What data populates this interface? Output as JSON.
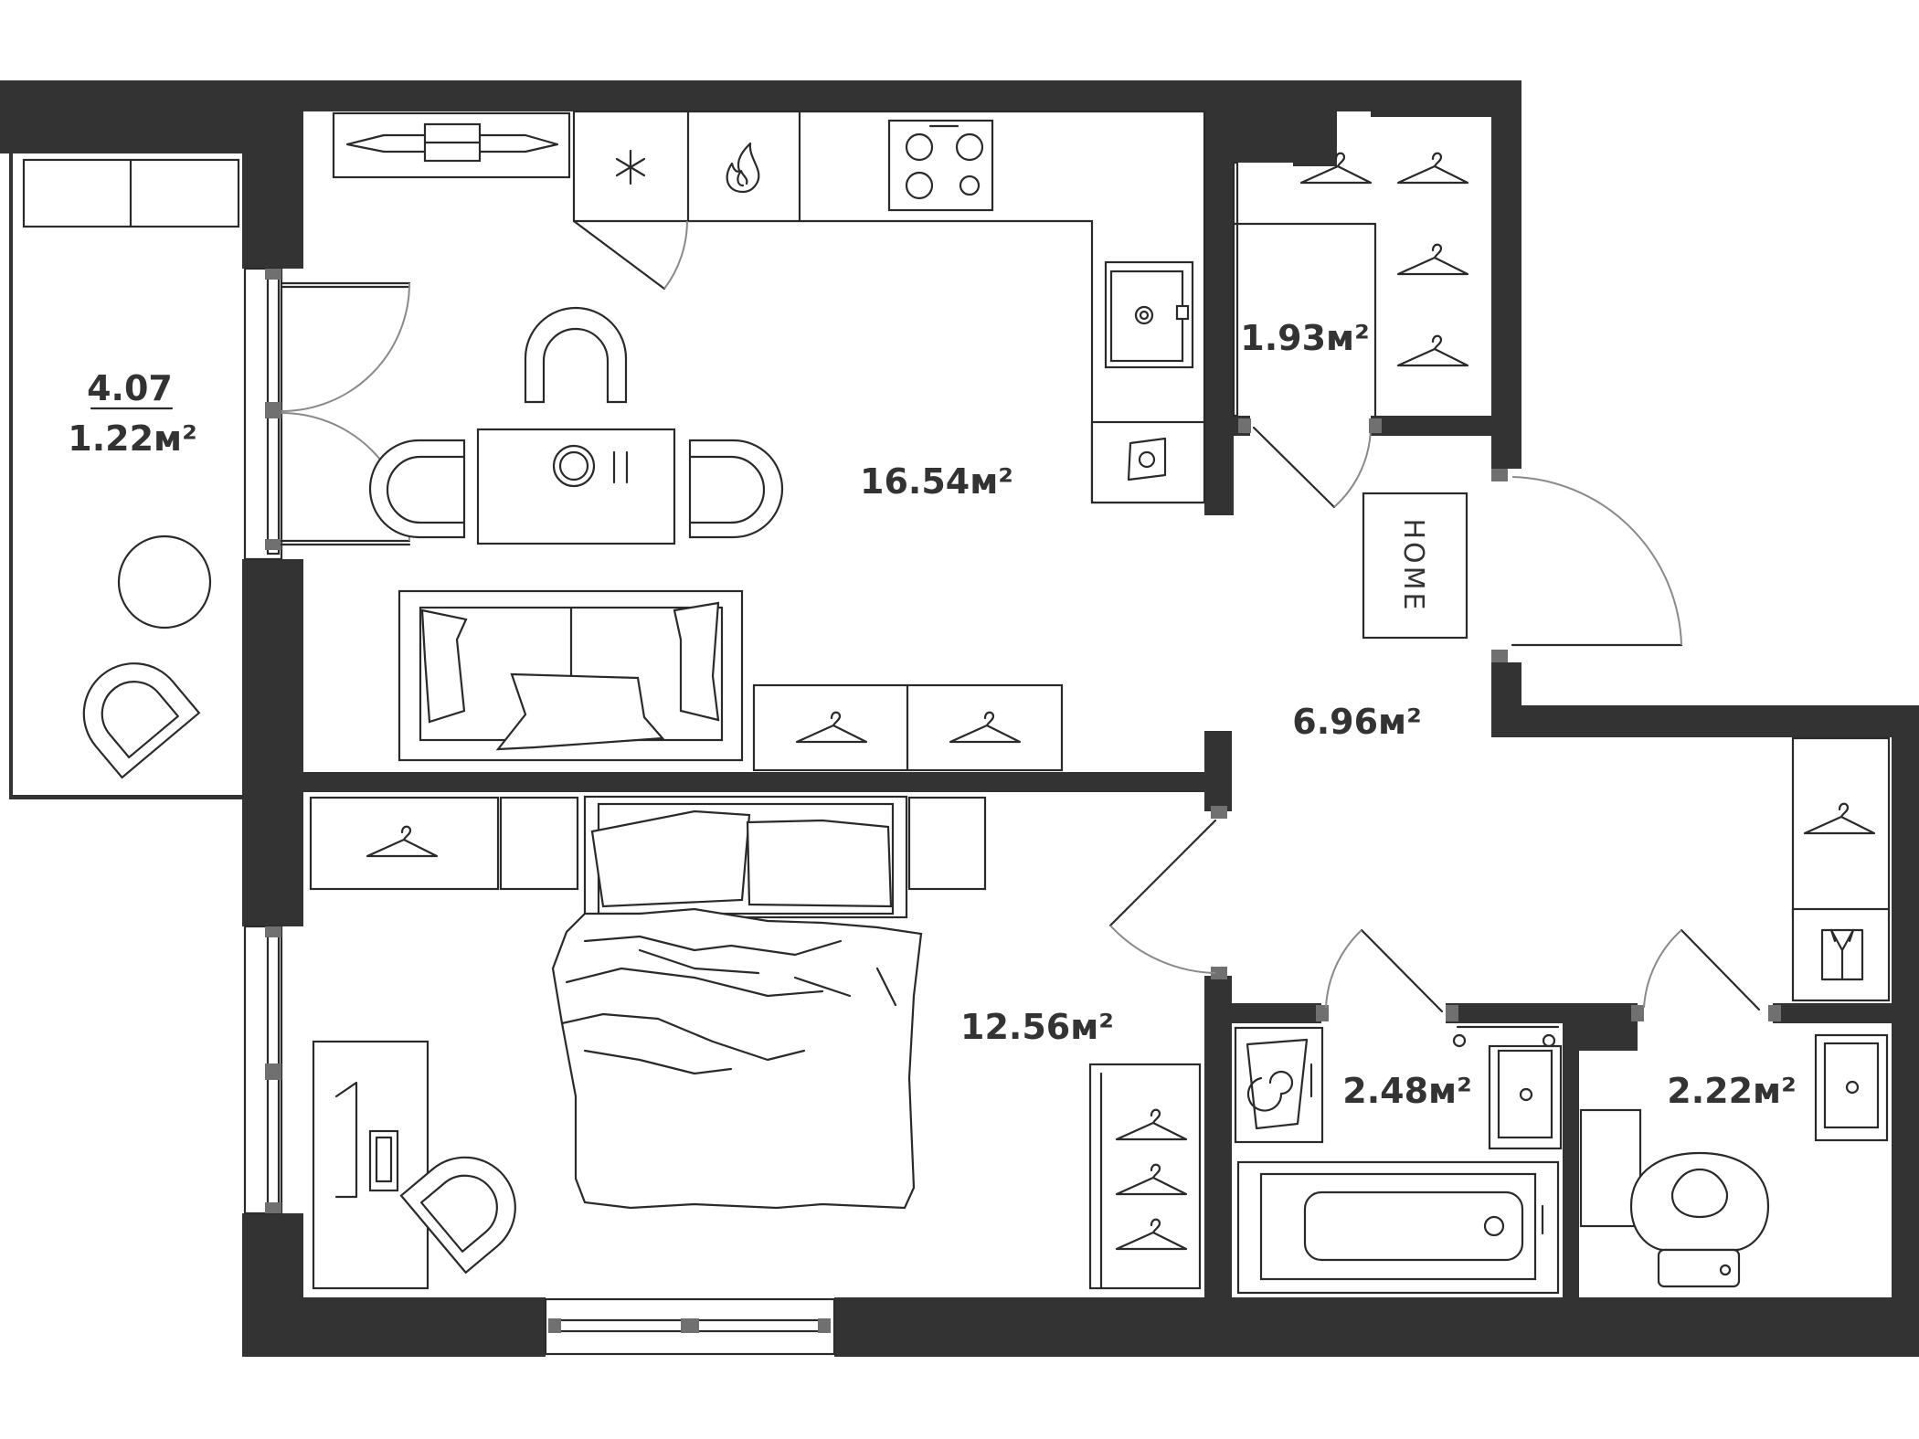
{
  "colors": {
    "wall": "#333333",
    "line": "#2a2a2a",
    "door_swing": "#8a8a8a",
    "background": "#ffffff"
  },
  "rooms": {
    "balcony": {
      "label_top": "4.07",
      "label_area": "1.22м²"
    },
    "kitchen_living": {
      "area": "16.54м²"
    },
    "wardrobe": {
      "area": "1.93м²"
    },
    "hallway": {
      "area": "6.96м²"
    },
    "bedroom": {
      "area": "12.56м²"
    },
    "bathroom": {
      "area": "2.48м²"
    },
    "toilet": {
      "area": "2.22м²"
    }
  },
  "doormat": {
    "text": "HOME"
  },
  "icons": [
    "snowflake-icon",
    "flame-icon",
    "hanger-icon",
    "dishwasher-icon",
    "washing-machine-icon",
    "shirt-icon"
  ]
}
